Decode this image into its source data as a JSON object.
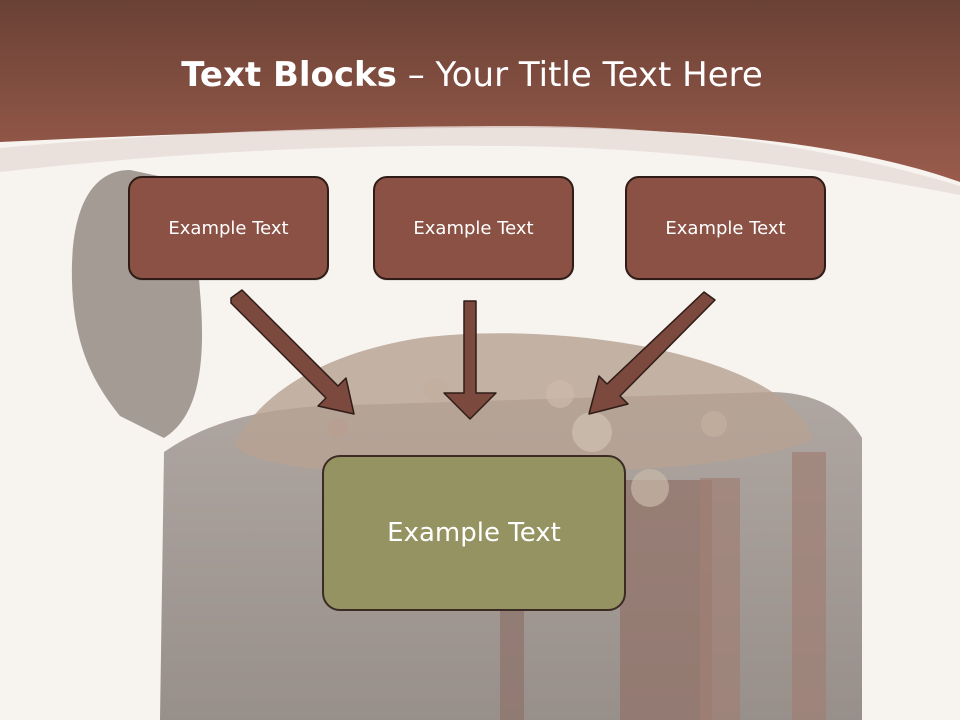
{
  "slide": {
    "title_bold": "Text Blocks",
    "title_rest": " – Your Title Text Here"
  },
  "diagram": {
    "top_boxes": [
      "Example Text",
      "Example Text",
      "Example Text"
    ],
    "bottom_box": "Example Text"
  },
  "colors": {
    "header": "#8f5546",
    "top_box": "#8a5144",
    "bottom_box": "#949361",
    "arrow": "#7b493d"
  },
  "background_image": "treasure-chest-with-coins"
}
